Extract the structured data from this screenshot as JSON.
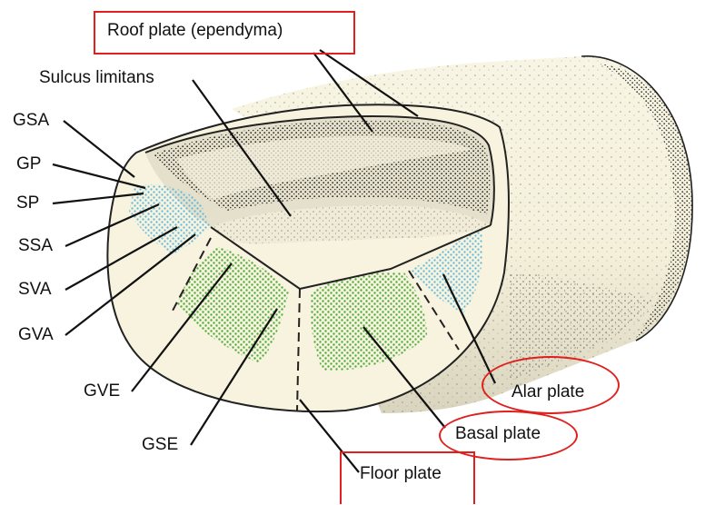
{
  "labels": {
    "roof_plate": "Roof plate (ependyma)",
    "sulcus_limitans": "Sulcus limitans",
    "gsa": "GSA",
    "gp": "GP",
    "sp": "SP",
    "ssa": "SSA",
    "sva": "SVA",
    "gva": "GVA",
    "gve": "GVE",
    "gse": "GSE",
    "floor_plate": "Floor plate",
    "basal_plate": "Basal plate",
    "alar_plate": "Alar plate"
  },
  "colors": {
    "tube_fill": "#f7f3df",
    "alar_stipple": "#59b6df",
    "basal_stipple": "#5fb84a",
    "highlight": "#e0201e",
    "line": "#111111"
  }
}
